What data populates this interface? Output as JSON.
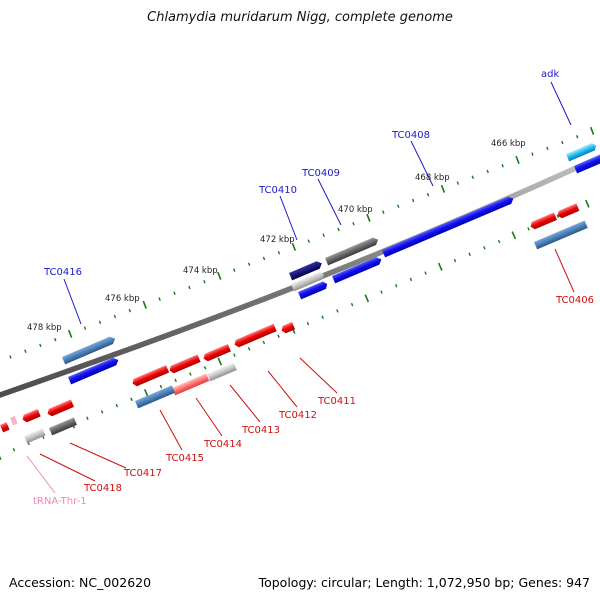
{
  "title": "Chlamydia muridarum Nigg, complete genome",
  "footer": {
    "accession": "Accession: NC_002620",
    "summary": "Topology: circular; Length: 1,072,950 bp; Genes: 947"
  },
  "colors": {
    "backbone": "#8a8a8a",
    "tick": "#1a7a1a",
    "forward_label": "#1a1acc",
    "reverse_label": "#cc1111",
    "trna_label": "#ee88bb",
    "kbp_label": "#222222"
  },
  "ticks": {
    "outer": [
      "466 kbp",
      "468 kbp",
      "470 kbp",
      "472 kbp",
      "474 kbp",
      "476 kbp",
      "478 kbp"
    ],
    "inner": []
  },
  "genes": {
    "forward": [
      "adk",
      "TC0408",
      "TC0409",
      "TC0410",
      "TC0416"
    ],
    "reverse": [
      "TC0406",
      "TC0411",
      "TC0412",
      "TC0413",
      "TC0414",
      "TC0415",
      "TC0417",
      "TC0418"
    ],
    "trna": [
      "tRNA-Thr-1"
    ]
  }
}
